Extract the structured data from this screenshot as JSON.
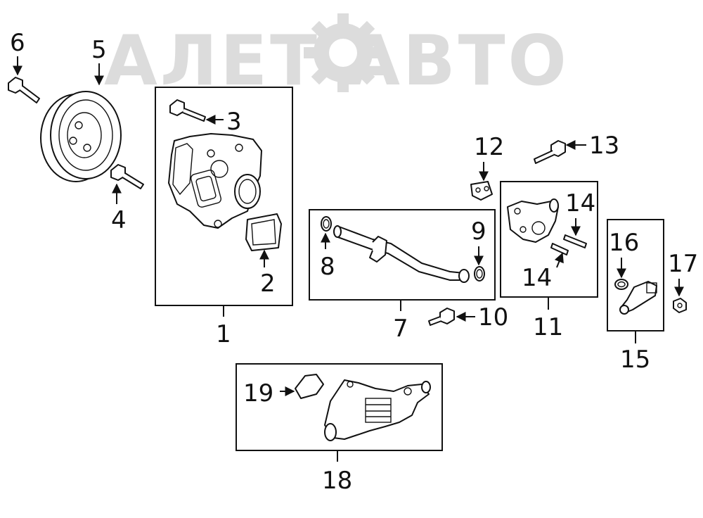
{
  "watermark": "АЛЕТ АВТО",
  "callouts": {
    "c1": "1",
    "c2": "2",
    "c3": "3",
    "c4": "4",
    "c5": "5",
    "c6": "6",
    "c7": "7",
    "c8": "8",
    "c9": "9",
    "c10": "10",
    "c11": "11",
    "c12": "12",
    "c13": "13",
    "c14a": "14",
    "c14b": "14",
    "c15": "15",
    "c16": "16",
    "c17": "17",
    "c18": "18",
    "c19": "19"
  },
  "colors": {
    "ink": "#111111",
    "watermark": "#dcdcdc",
    "background": "#ffffff"
  },
  "icons": {
    "watermark_logo": "gear-icon"
  }
}
